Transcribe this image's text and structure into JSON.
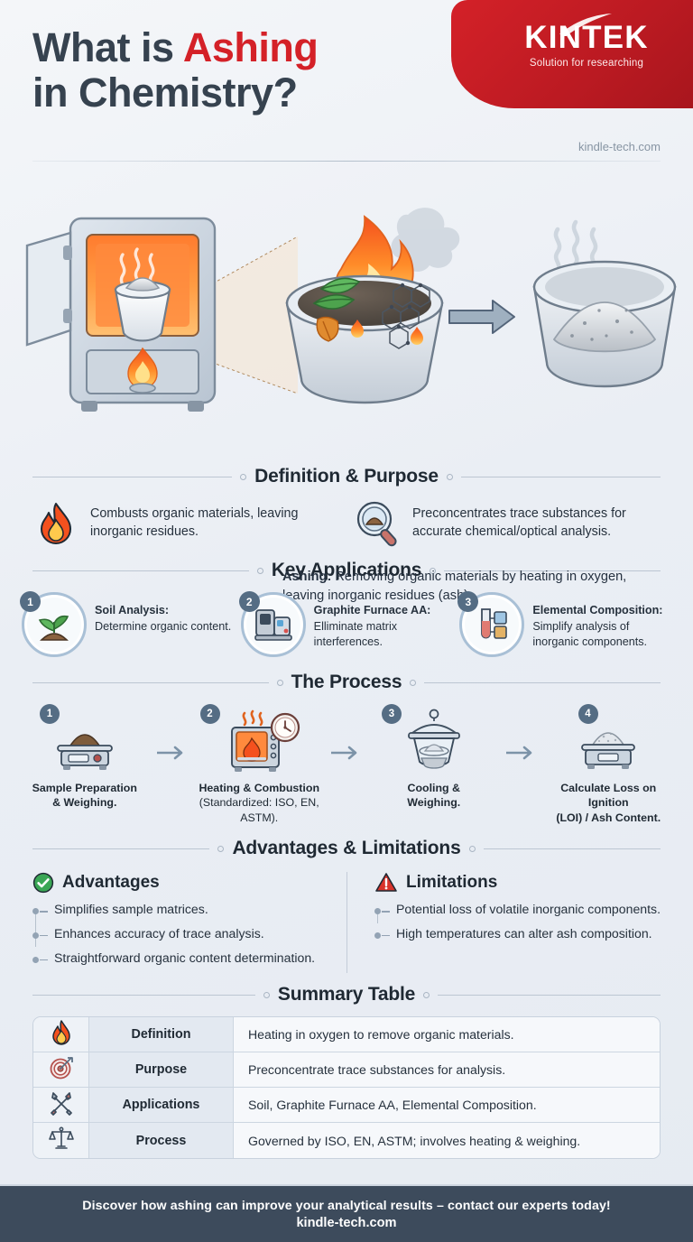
{
  "header": {
    "title_line1_a": "What is ",
    "title_line1_b": "Ashing",
    "title_line2": "in Chemistry?",
    "site_url": "kindle-tech.com",
    "brand_name": "KINTEK",
    "brand_tagline": "Solution for researching",
    "brand_color": "#d42128",
    "title_color": "#36424f"
  },
  "hero": {
    "caption_label": "Ashing:",
    "caption_text": " Removing organic materials by heating in oxygen, leaving inorganic residues (ash).",
    "icons": [
      "muffle-furnace-icon",
      "burning-crucible-icon",
      "arrow-right-icon",
      "ash-crucible-icon"
    ]
  },
  "definition_purpose": {
    "heading": "Definition & Purpose",
    "items": [
      {
        "icon": "flame-icon",
        "text": "Combusts organic materials, leaving inorganic residues."
      },
      {
        "icon": "magnifier-sample-icon",
        "text": "Preconcentrates trace substances for accurate chemical/optical analysis."
      }
    ]
  },
  "key_applications": {
    "heading": "Key Applications",
    "items": [
      {
        "num": "1",
        "icon": "seedling-soil-icon",
        "title": "Soil Analysis:",
        "text": "Determine organic content."
      },
      {
        "num": "2",
        "icon": "spectrometer-icon",
        "title": "Graphite Furnace AA:",
        "text": "Elliminate matrix interferences."
      },
      {
        "num": "3",
        "icon": "test-tube-elements-icon",
        "title": "Elemental Composition:",
        "text": "Simplify analysis of inorganic components."
      }
    ]
  },
  "process": {
    "heading": "The Process",
    "steps": [
      {
        "num": "1",
        "icon": "scale-sample-icon",
        "line1": "Sample Preparation",
        "line2": "& Weighing."
      },
      {
        "num": "2",
        "icon": "furnace-clock-icon",
        "line1": "Heating & Combustion",
        "line2": "(Standardized: ISO, EN, ASTM)."
      },
      {
        "num": "3",
        "icon": "desiccator-icon",
        "line1": "Cooling &",
        "line2": "Weighing."
      },
      {
        "num": "4",
        "icon": "scale-ash-icon",
        "line1": "Calculate Loss on Ignition",
        "line2": "(LOI) / Ash Content."
      }
    ],
    "arrow_icon": "arrow-right-icon"
  },
  "advantages_limitations": {
    "heading": "Advantages & Limitations",
    "advantages": {
      "icon": "check-circle-icon",
      "icon_color": "#3aa655",
      "title": "Advantages",
      "items": [
        "Simplifies sample matrices.",
        "Enhances accuracy of trace analysis.",
        "Straightforward organic content determination."
      ]
    },
    "limitations": {
      "icon": "warning-triangle-icon",
      "icon_color": "#d9342b",
      "title": "Limitations",
      "items": [
        "Potential loss of volatile inorganic components.",
        "High temperatures can alter ash composition."
      ]
    }
  },
  "summary_table": {
    "heading": "Summary Table",
    "rows": [
      {
        "icon": "flame-icon",
        "key": "Definition",
        "value": "Heating in oxygen to remove organic materials."
      },
      {
        "icon": "target-icon",
        "key": "Purpose",
        "value": "Preconcentrate trace substances for analysis."
      },
      {
        "icon": "tools-icon",
        "key": "Applications",
        "value": "Soil, Graphite Furnace AA, Elemental Composition."
      },
      {
        "icon": "balance-scale-icon",
        "key": "Process",
        "value": "Governed by ISO, EN, ASTM; involves heating & weighing."
      }
    ]
  },
  "footer": {
    "line1": "Discover how ashing can improve your analytical results – contact our experts today!",
    "line2": "kindle-tech.com",
    "background": "#3d4b5c"
  }
}
